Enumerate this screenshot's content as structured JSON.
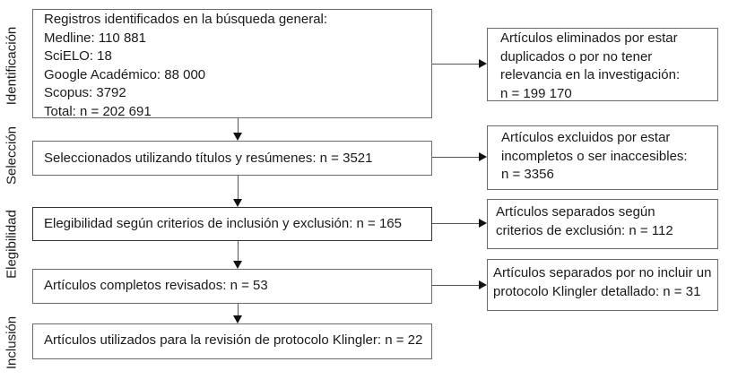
{
  "phases": [
    {
      "label": "Identificación"
    },
    {
      "label": "Selección"
    },
    {
      "label": "Elegibilidad"
    },
    {
      "label": "Inclusión"
    }
  ],
  "main_boxes": [
    {
      "lines": [
        "Registros identificados en la búsqueda general:",
        "Medline: 110 881",
        "SciELO: 18",
        "Google Académico: 88 000",
        "Scopus: 3792",
        "Total: n = 202 691"
      ]
    },
    {
      "lines": [
        "Seleccionados utilizando títulos y resúmenes: n = 3521"
      ]
    },
    {
      "lines": [
        "Elegibilidad según criterios de inclusión y exclusión: n = 165"
      ]
    },
    {
      "lines": [
        "Artículos completos revisados: n = 53"
      ]
    },
    {
      "lines": [
        "Artículos utilizados para la revisión de protocolo Klingler: n = 22"
      ]
    }
  ],
  "side_boxes": [
    {
      "lines": [
        "Artículos eliminados por estar",
        "duplicados o por no tener",
        "relevancia en la investigación:",
        "n = 199 170"
      ]
    },
    {
      "lines": [
        "Artículos excluidos por estar",
        "incompletos o ser inaccesibles:",
        "n = 3356"
      ]
    },
    {
      "lines": [
        "Artículos separados según",
        "criterios de exclusión: n = 112"
      ]
    },
    {
      "lines": [
        "Artículos separados por no incluir un",
        "protocolo Klingler detallado: n = 31"
      ]
    }
  ],
  "colors": {
    "border": "#6b6b6b",
    "line": "#555555",
    "arrow": "#111111",
    "text": "#1a1a1a"
  }
}
